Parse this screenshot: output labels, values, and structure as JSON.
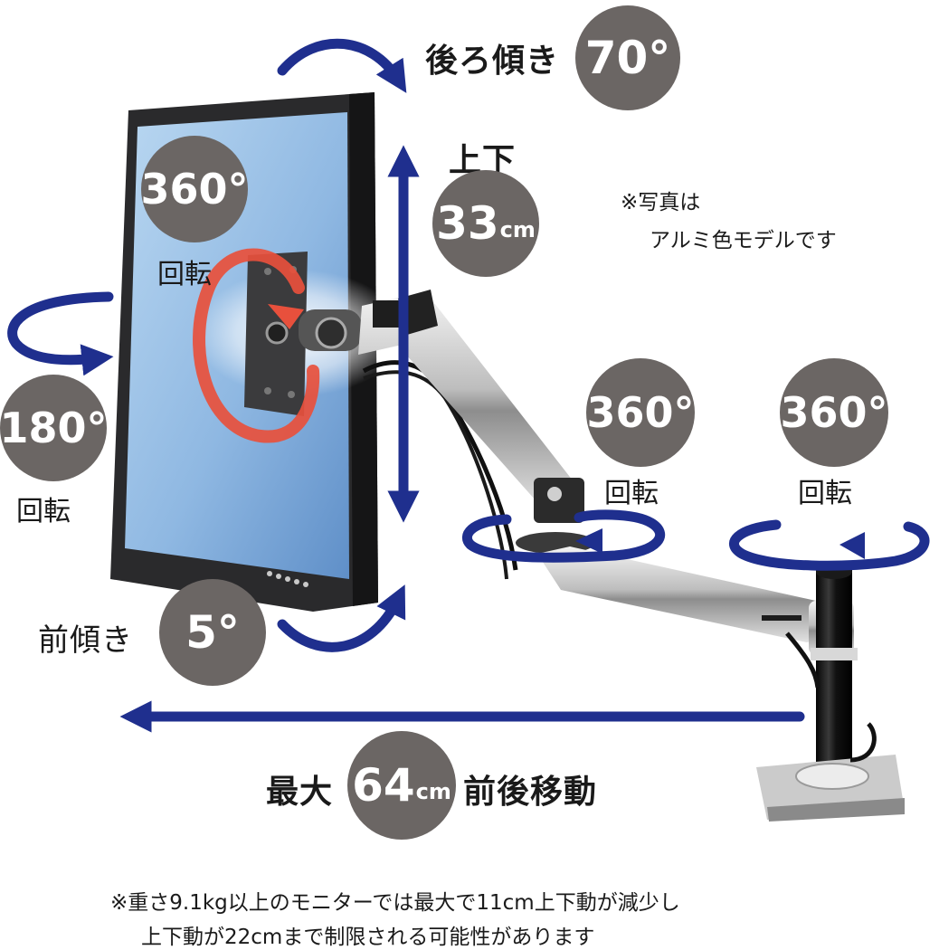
{
  "labels": {
    "tilt_back_text": "後ろ傾き",
    "tilt_back_value": "70°",
    "updown_text": "上下",
    "updown_value": "33",
    "updown_unit": "cm",
    "photo_note_line1": "※写真は",
    "photo_note_line2": "アルミ色モデルです",
    "rotate_screen_value": "360°",
    "rotate_screen_text": "回転",
    "swivel_left_value": "180°",
    "swivel_left_text": "回転",
    "elbow_value": "360°",
    "elbow_text": "回転",
    "base_value": "360°",
    "base_text": "回転",
    "tilt_fwd_text": "前傾き",
    "tilt_fwd_value": "5°",
    "reach_prefix": "最大",
    "reach_value": "64",
    "reach_unit": "cm",
    "reach_suffix": "前後移動",
    "footnote_line1": "※重さ9.1kg以上のモニターでは最大で11cm上下動が減少し",
    "footnote_line2": "上下動が22cmまで制限される可能性があります"
  },
  "colors": {
    "arrow_blue": "#1f2f8e",
    "badge_grey": "#6b6664",
    "rotation_red": "#e8503c",
    "screen_blue": "#9fc3e6"
  }
}
